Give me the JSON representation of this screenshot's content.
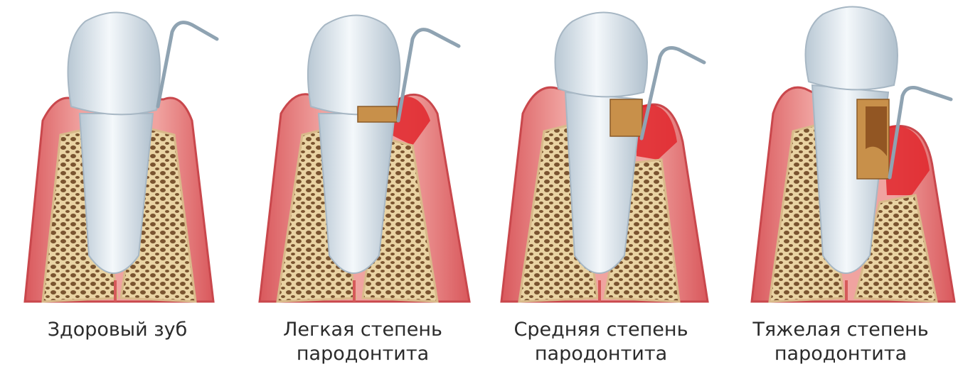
{
  "panels": [
    {
      "id": "healthy",
      "caption_line1": "Здоровый зуб",
      "caption_line2": ""
    },
    {
      "id": "mild",
      "caption_line1": "Легкая степень",
      "caption_line2": "пародонтита"
    },
    {
      "id": "moderate",
      "caption_line1": "Средняя степень",
      "caption_line2": "пародонтита"
    },
    {
      "id": "severe",
      "caption_line1": "Тяжелая степень",
      "caption_line2": "пародонтита"
    }
  ],
  "colors": {
    "gum": "#e88a8a",
    "gum_edge": "#c9474c",
    "bone": "#e9d3a3",
    "bone_pore": "#6b4a2a",
    "tooth": "#dfe9f1",
    "tooth_shadow": "#b9c8d4",
    "tartar": "#c8904a",
    "inflammation": "#e0262c",
    "probe": "#8fa3b2"
  },
  "icons": [
    "periodontal-probe-icon",
    "tooth-icon"
  ]
}
